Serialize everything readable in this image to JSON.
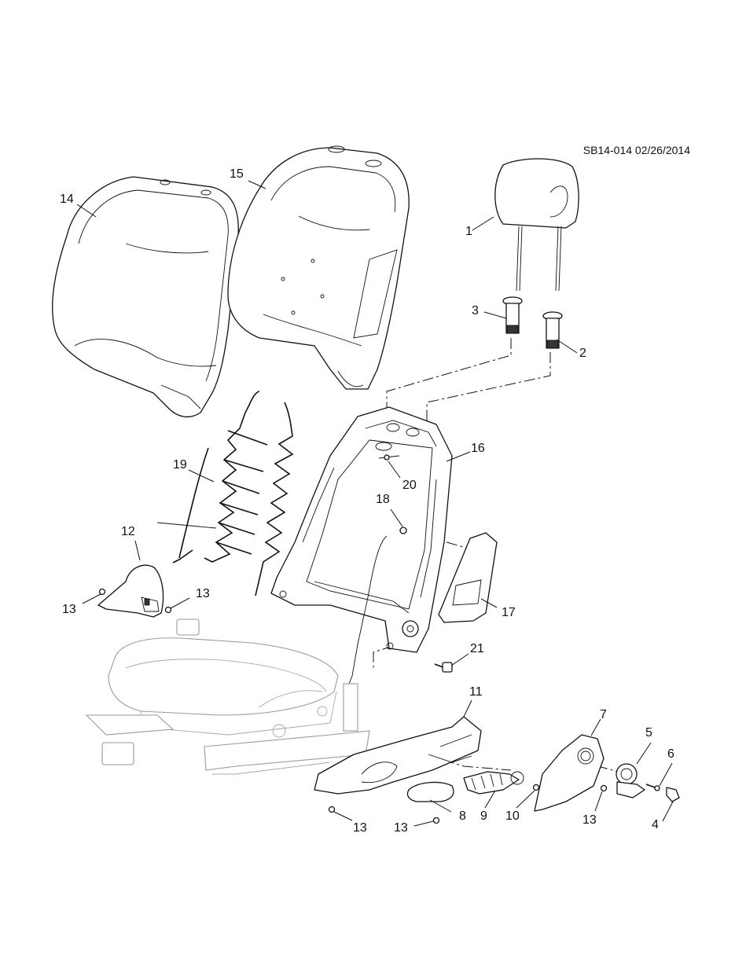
{
  "doc_id": "SB14-014 02/26/2014",
  "callouts": [
    {
      "num": "1"
    },
    {
      "num": "2"
    },
    {
      "num": "3"
    },
    {
      "num": "4"
    },
    {
      "num": "5"
    },
    {
      "num": "6"
    },
    {
      "num": "7"
    },
    {
      "num": "8"
    },
    {
      "num": "9"
    },
    {
      "num": "10"
    },
    {
      "num": "11"
    },
    {
      "num": "12"
    },
    {
      "num": "13"
    },
    {
      "num": "13"
    },
    {
      "num": "13"
    },
    {
      "num": "13"
    },
    {
      "num": "13"
    },
    {
      "num": "14"
    },
    {
      "num": "15"
    },
    {
      "num": "16"
    },
    {
      "num": "17"
    },
    {
      "num": "18"
    },
    {
      "num": "19"
    },
    {
      "num": "20"
    },
    {
      "num": "21"
    }
  ]
}
